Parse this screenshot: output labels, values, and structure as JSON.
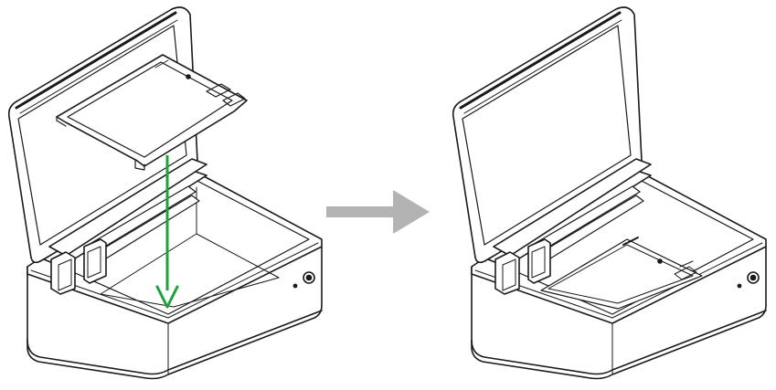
{
  "steps": [
    {
      "id": "step-1",
      "state": "bed-plate-being-inserted"
    },
    {
      "id": "step-2",
      "state": "bed-plate-installed"
    }
  ],
  "colors": {
    "line": "#1a1a1a",
    "lid_glass": "#ffffff",
    "insert_arrow": "#1ea33c",
    "transition_arrow": "#b3b3b3",
    "background": "#ffffff"
  },
  "icons": {
    "insert_arrow": "arrow-down-icon",
    "transition_arrow": "arrow-right-icon"
  }
}
